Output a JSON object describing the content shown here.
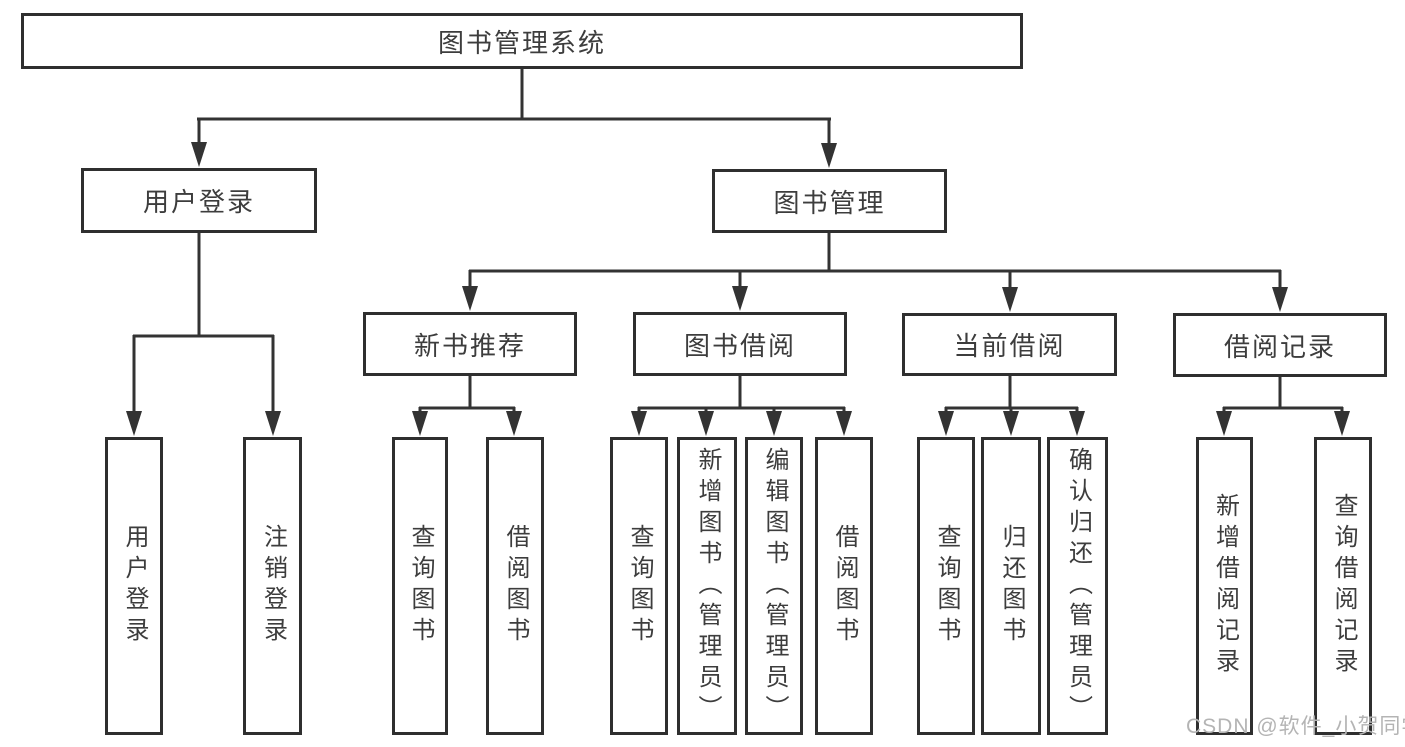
{
  "diagram": {
    "root_label": "图书管理系统",
    "level2": [
      {
        "label": "用户登录"
      },
      {
        "label": "图书管理"
      }
    ],
    "level3": [
      {
        "label": "新书推荐"
      },
      {
        "label": "图书借阅"
      },
      {
        "label": "当前借阅"
      },
      {
        "label": "借阅记录"
      }
    ],
    "leaves": {
      "user_login": [
        "用户登录",
        "注销登录"
      ],
      "new_books": [
        "查询图书",
        "借阅图书"
      ],
      "book_borrow": [
        "查询图书",
        "新增图书（管理员）",
        "编辑图书（管理员）",
        "借阅图书"
      ],
      "current_borrow": [
        "查询图书",
        "归还图书",
        "确认归还（管理员）"
      ],
      "borrow_records": [
        "新增借阅记录",
        "查询借阅记录"
      ]
    }
  },
  "watermark": {
    "text": "CSDN @软件_小贺同学"
  },
  "colors": {
    "line": "#333333",
    "box_border": "#2f2f2f",
    "text": "#3d3d3d",
    "watermark": "#b4b4b4",
    "background": "#ffffff"
  }
}
